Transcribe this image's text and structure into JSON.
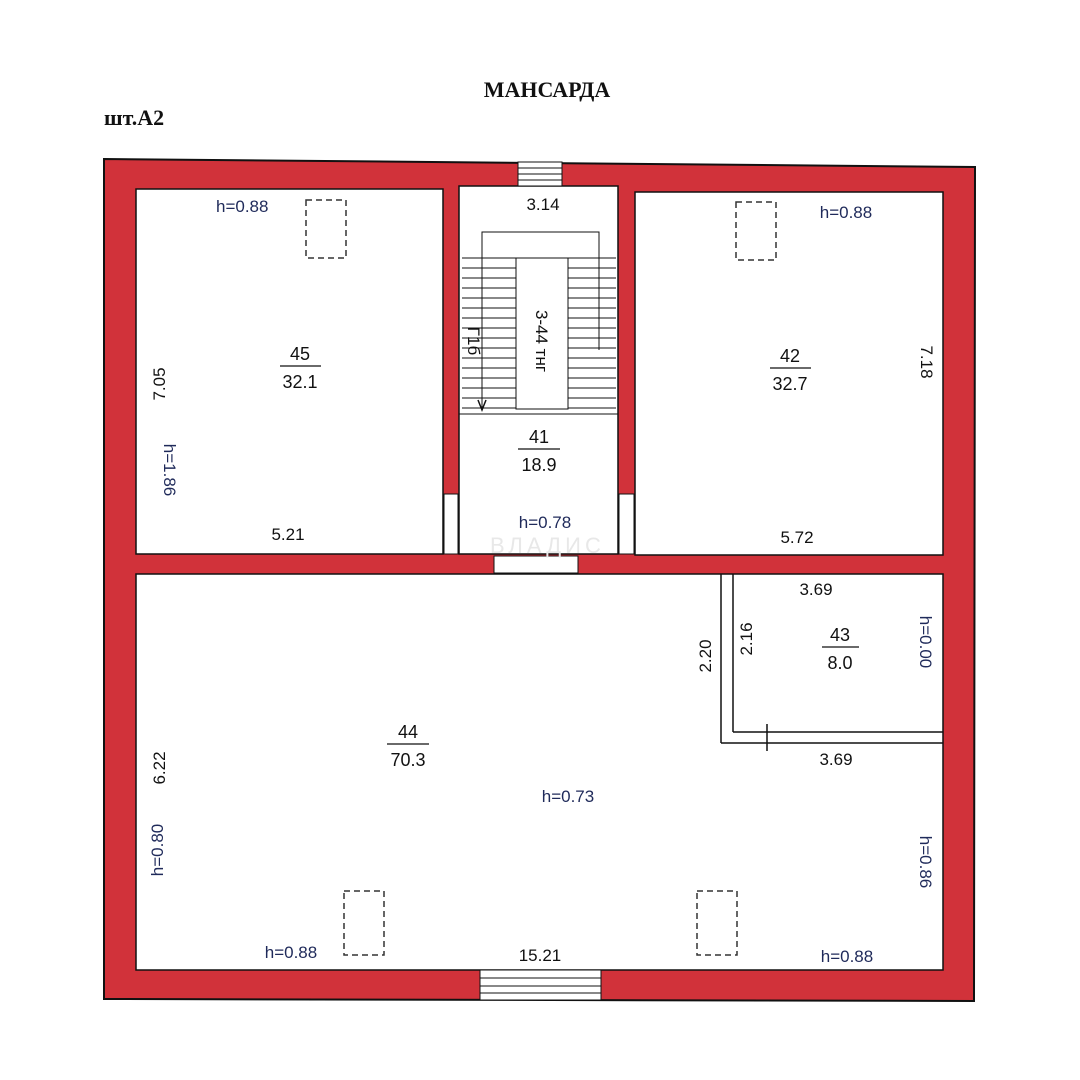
{
  "header": {
    "title": "МАНСАРДА",
    "sheet": "шт.А2"
  },
  "colors": {
    "wall": "#d1323a",
    "outline": "#111111",
    "heights": "#1f2a5a"
  },
  "watermark": "ВЛАДИС",
  "rooms": {
    "r45": {
      "number": "45",
      "area": "32.1",
      "height": "h=0.88",
      "width_dim": "5.21",
      "depth_dim": "7.05",
      "side_height": "h=1.86"
    },
    "r41": {
      "number": "41",
      "area": "18.9",
      "height": "h=0.78",
      "top_dim": "3.14",
      "stair_label": "3-44 тнг",
      "stair_arrow_label": "Г1б"
    },
    "r42": {
      "number": "42",
      "area": "32.7",
      "height": "h=0.88",
      "width_dim": "5.72",
      "depth_dim": "7.18"
    },
    "r43": {
      "number": "43",
      "area": "8.0",
      "top_dim": "3.69",
      "bottom_dim": "3.69",
      "left_dim_outer": "2.20",
      "left_dim_inner": "2.16",
      "side_height": "h=0.00"
    },
    "r44": {
      "number": "44",
      "area": "70.3",
      "center_height": "h=0.73",
      "width_dim": "15.21",
      "depth_dim": "6.22",
      "left_height": "h=0.80",
      "right_height": "h=0.86",
      "bottom_left_height": "h=0.88",
      "bottom_right_height": "h=0.88"
    }
  }
}
